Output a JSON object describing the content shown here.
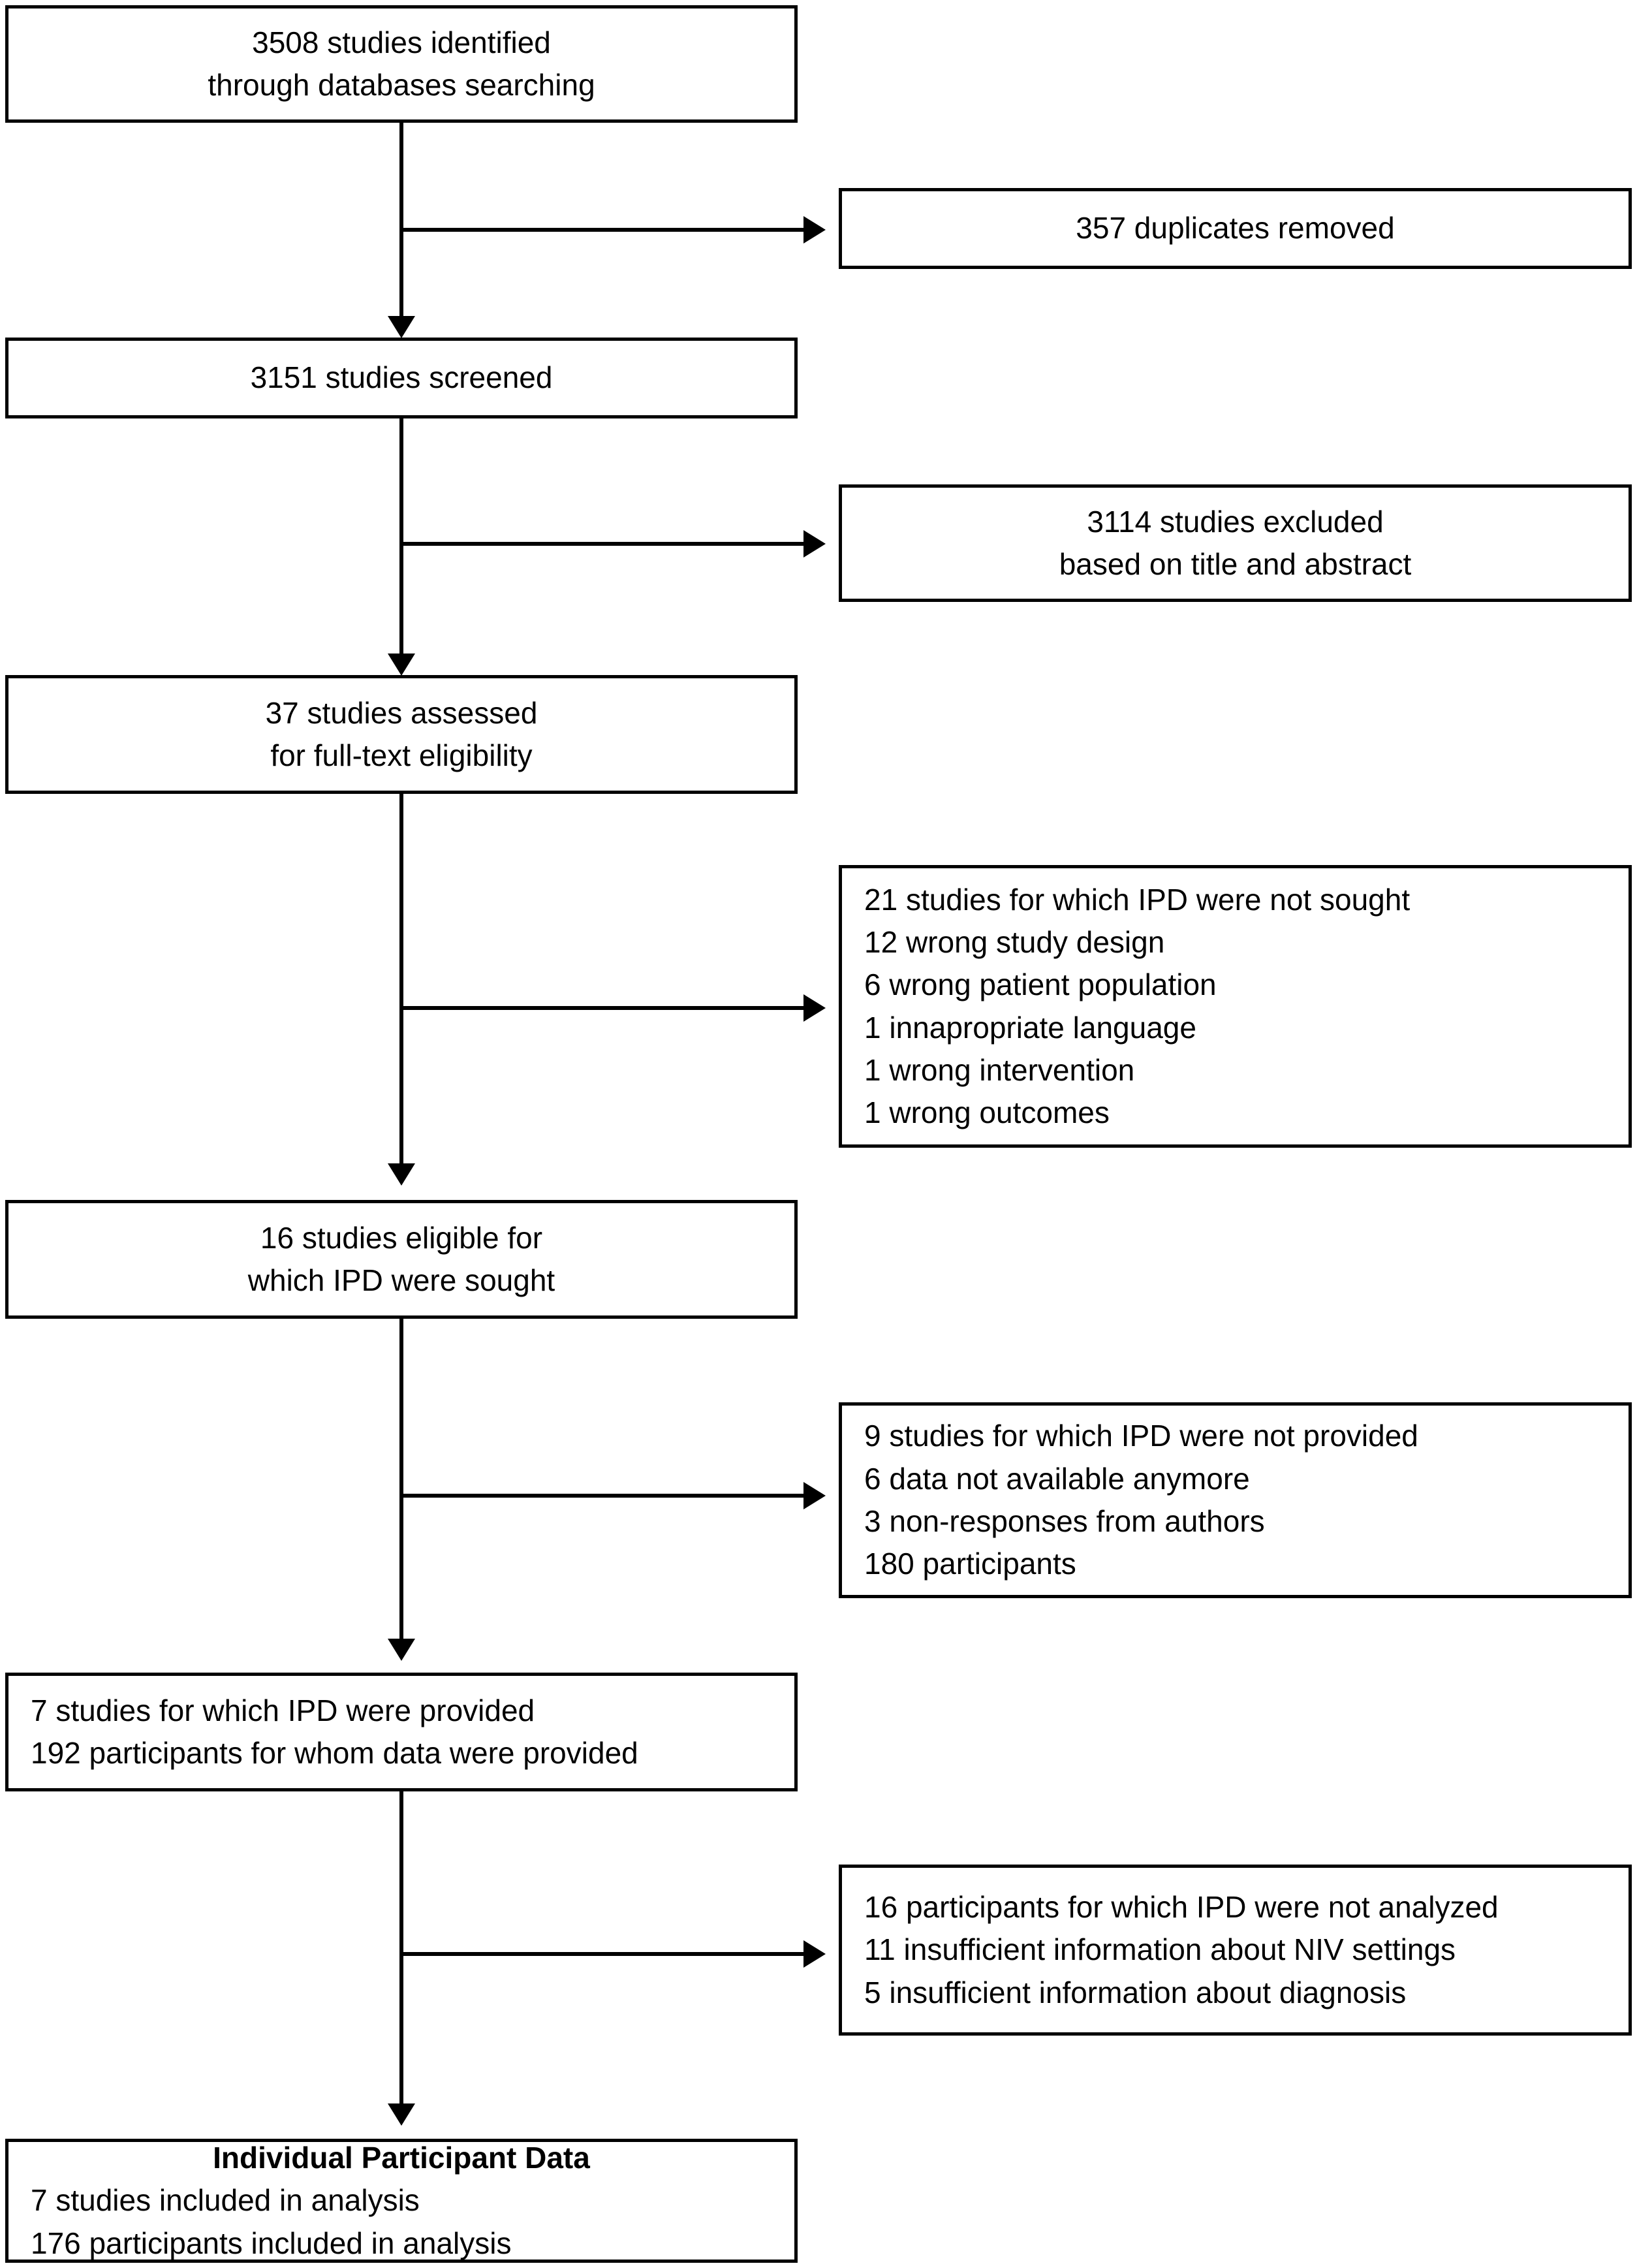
{
  "diagram": {
    "type": "prisma-ipd-flow-diagram",
    "title_text": "",
    "colors": {
      "border": "#000000",
      "background": "#ffffff",
      "text": "#000000"
    },
    "main_nodes": [
      {
        "id": "identified",
        "align": "center",
        "lines": [
          "3508 studies identified",
          "through databases searching"
        ]
      },
      {
        "id": "screened",
        "align": "center",
        "lines": [
          "3151 studies screened"
        ]
      },
      {
        "id": "assessed",
        "align": "center",
        "lines": [
          "37 studies assessed",
          "for full-text eligibility"
        ]
      },
      {
        "id": "eligible-ipd-sought",
        "align": "center",
        "lines": [
          "16 studies eligible for",
          "which IPD were sought"
        ]
      },
      {
        "id": "ipd-provided",
        "align": "left",
        "lines": [
          "7 studies for which IPD were provided",
          "192 participants for whom data were provided"
        ]
      },
      {
        "id": "included",
        "align": "left",
        "heading": "Individual Participant Data",
        "lines": [
          "7 studies included in analysis",
          "176 participants included in analysis"
        ]
      }
    ],
    "side_nodes": [
      {
        "id": "duplicates-removed",
        "align": "center",
        "lines": [
          "357 duplicates removed"
        ],
        "sub_lines": []
      },
      {
        "id": "excluded-title-abstract",
        "align": "center",
        "lines": [
          "3114 studies excluded",
          "based on title and abstract"
        ],
        "sub_lines": []
      },
      {
        "id": "ipd-not-sought",
        "align": "left",
        "lines": [
          "21 studies for which IPD were not sought"
        ],
        "sub_lines": [
          "12 wrong study design",
          "6 wrong patient population",
          "1 innapropriate language",
          "1 wrong intervention",
          "1 wrong outcomes"
        ],
        "trailing_lines": []
      },
      {
        "id": "ipd-not-provided",
        "align": "left",
        "lines": [
          "9 studies for which IPD were not provided"
        ],
        "sub_lines": [
          "6 data not available anymore",
          "3 non-responses from authors"
        ],
        "trailing_lines": [
          "180 participants"
        ]
      },
      {
        "id": "ipd-not-analyzed",
        "align": "left",
        "lines": [
          "16 participants for which IPD were not analyzed"
        ],
        "sub_lines": [
          "11 insufficient information about NIV settings",
          "5 insufficient information about diagnosis"
        ],
        "trailing_lines": []
      }
    ]
  }
}
